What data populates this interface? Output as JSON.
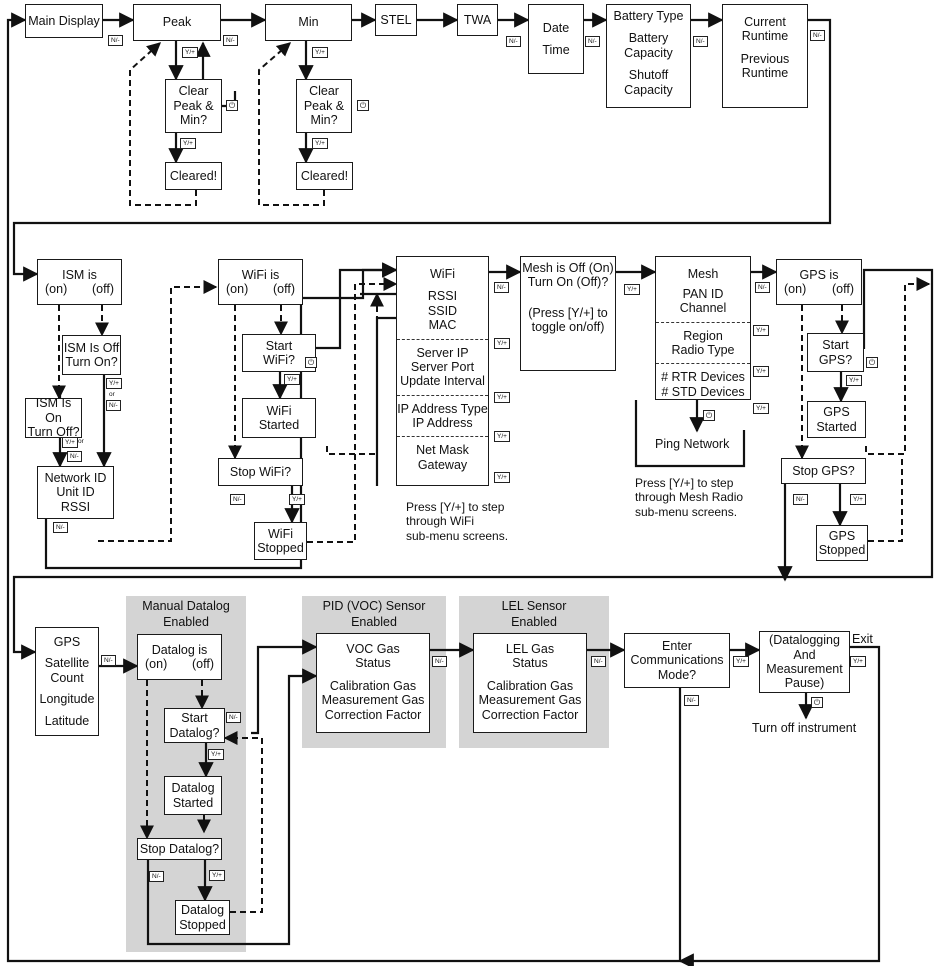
{
  "keys": {
    "n": "N/-",
    "y": "Y/+",
    "power": "⏻",
    "or": "or"
  },
  "nodes": {
    "main_display": "Main Display",
    "peak": "Peak",
    "clear_peak_min": [
      "Clear",
      "Peak &",
      "Min?"
    ],
    "cleared": "Cleared!",
    "min": "Min",
    "stel": "STEL",
    "twa": "TWA",
    "date": "Date",
    "time": "Time",
    "battery_type": "Battery Type",
    "battery_capacity": [
      "Battery",
      "Capacity"
    ],
    "shutoff_capacity": [
      "Shutoff",
      "Capacity"
    ],
    "current_runtime": [
      "Current",
      "Runtime"
    ],
    "previous_runtime": [
      "Previous",
      "Runtime"
    ],
    "ism_is": "ISM is",
    "on": "(on)",
    "off": "(off)",
    "ism_off_turn_on": [
      "ISM Is Off",
      "Turn On?"
    ],
    "ism_on_turn_off": [
      "ISM Is On",
      "Turn Off?"
    ],
    "network_id": [
      "Network ID",
      "Unit ID",
      "RSSI"
    ],
    "wifi_is": "WiFi is",
    "start_wifi": [
      "Start",
      "WiFi?"
    ],
    "wifi_started": [
      "WiFi",
      "Started"
    ],
    "stop_wifi": "Stop WiFi?",
    "wifi_stopped": [
      "WiFi",
      "Stopped"
    ],
    "wifi_sub_title": "WiFi",
    "wifi_sub_1": [
      "RSSI",
      "SSID",
      "MAC"
    ],
    "wifi_sub_2": [
      "Server IP",
      "Server Port",
      "Update Interval"
    ],
    "wifi_sub_3": [
      "IP Address Type",
      "IP Address"
    ],
    "wifi_sub_4": [
      "Net Mask",
      "Gateway"
    ],
    "mesh_toggle": [
      "Mesh is Off (On)",
      "Turn On (Off)?"
    ],
    "mesh_toggle_hint": [
      "(Press [Y/+] to",
      "toggle on/off)"
    ],
    "mesh_title": "Mesh",
    "mesh_1": [
      "PAN ID",
      "Channel"
    ],
    "mesh_2": [
      "Region",
      "Radio Type"
    ],
    "mesh_3": [
      "# RTR Devices",
      "# STD Devices"
    ],
    "ping_network": "Ping Network",
    "gps_is": "GPS is",
    "start_gps": [
      "Start",
      "GPS?"
    ],
    "gps_started": [
      "GPS",
      "Started"
    ],
    "stop_gps": "Stop GPS?",
    "gps_stopped": [
      "GPS",
      "Stopped"
    ],
    "gps_info": [
      "GPS",
      "Satellite",
      "Count",
      "Longitude",
      "Latitude"
    ],
    "manual_datalog": [
      "Manual Datalog",
      "Enabled"
    ],
    "datalog_is": "Datalog is",
    "start_datalog": [
      "Start",
      "Datalog?"
    ],
    "datalog_started": [
      "Datalog",
      "Started"
    ],
    "stop_datalog": "Stop Datalog?",
    "datalog_stopped": [
      "Datalog",
      "Stopped"
    ],
    "pid_sensor": [
      "PID (VOC) Sensor",
      "Enabled"
    ],
    "voc_gas_status": [
      "VOC Gas",
      "Status"
    ],
    "calibration_block": [
      "Calibration Gas",
      "Measurement Gas",
      "Correction Factor"
    ],
    "lel_sensor": [
      "LEL Sensor",
      "Enabled"
    ],
    "lel_gas_status": [
      "LEL Gas",
      "Status"
    ],
    "comm_mode": [
      "Enter",
      "Communications",
      "Mode?"
    ],
    "datalog_pause": [
      "(Datalogging",
      "And",
      "Measurement",
      "Pause)"
    ],
    "exit": "Exit",
    "turn_off": "Turn off instrument"
  },
  "notes": {
    "wifi": [
      "Press [Y/+] to step",
      "through WiFi",
      "sub-menu screens."
    ],
    "mesh": [
      "Press [Y/+] to step",
      "through Mesh Radio",
      "sub-menu screens."
    ]
  }
}
